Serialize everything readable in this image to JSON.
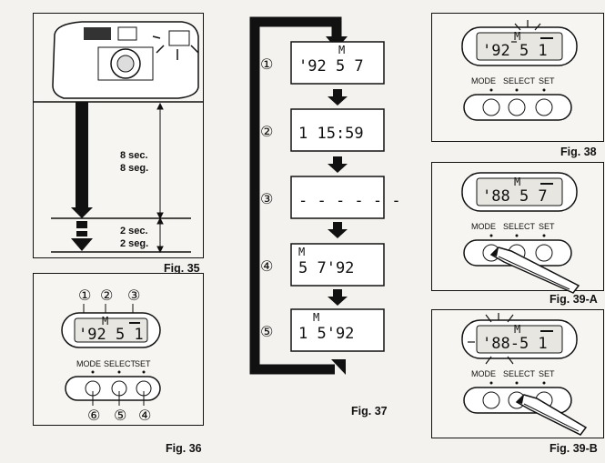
{
  "fig35": {
    "label": "Fig. 35",
    "long_interval": [
      "8 sec.",
      "8 seg."
    ],
    "short_interval": [
      "2 sec.",
      "2 seg."
    ]
  },
  "fig36": {
    "label": "Fig. 36",
    "callouts_top": [
      "①",
      "②",
      "③"
    ],
    "display": "'92 5 1",
    "month_marker": "M",
    "buttons": [
      "MODE",
      "SELECT",
      "SET"
    ],
    "callouts_bottom": [
      "⑥",
      "⑤",
      "④"
    ]
  },
  "fig37": {
    "label": "Fig. 37",
    "steps": [
      {
        "num": "①",
        "display": "'92 5 7",
        "marker": "M"
      },
      {
        "num": "②",
        "display": "1 15:59",
        "marker": ""
      },
      {
        "num": "③",
        "display": "- - - - - -",
        "marker": ""
      },
      {
        "num": "④",
        "display": "5  7'92",
        "marker": "M"
      },
      {
        "num": "⑤",
        "display": "1  5'92",
        "marker": "M"
      }
    ]
  },
  "fig38": {
    "label": "Fig. 38",
    "display": "'92 5 1",
    "month_marker": "M",
    "buttons": [
      "MODE",
      "SELECT",
      "SET"
    ]
  },
  "fig39a": {
    "label": "Fig. 39-A",
    "display": "'88 5 7",
    "month_marker": "M",
    "buttons": [
      "MODE",
      "SELECT",
      "SET"
    ]
  },
  "fig39b": {
    "label": "Fig. 39-B",
    "display": "'88-5 1",
    "month_marker": "M",
    "buttons": [
      "MODE",
      "SELECT",
      "SET"
    ]
  }
}
